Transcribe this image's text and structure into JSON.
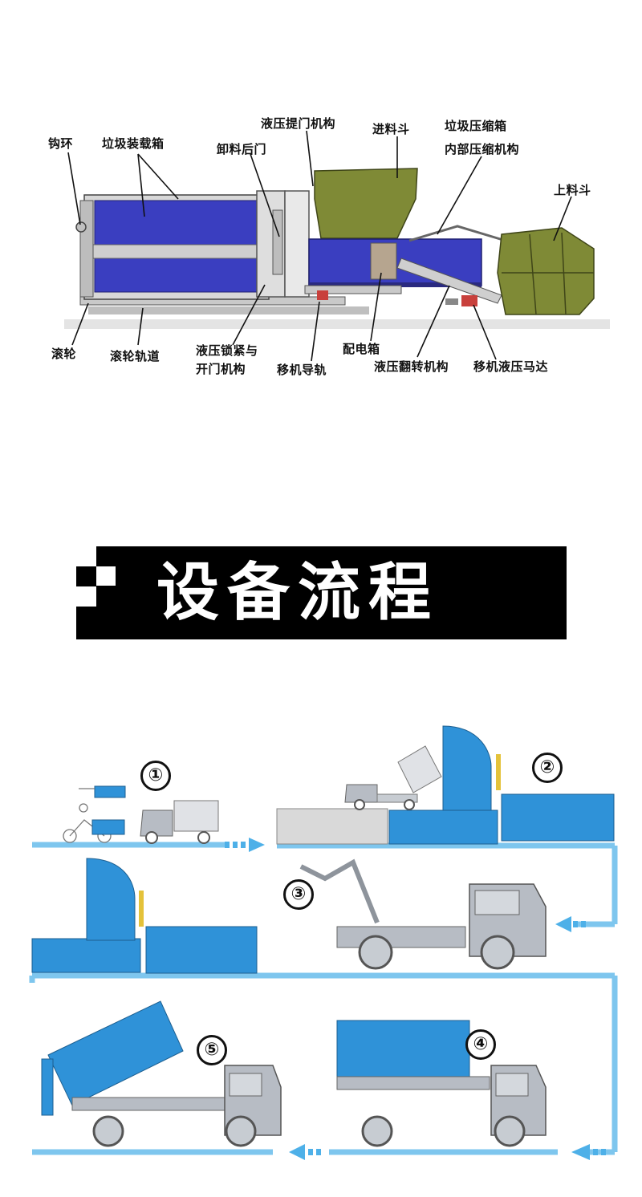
{
  "labels": {
    "hook_ring": "钩环",
    "container": "垃圾装载箱",
    "rear_door": "卸料后门",
    "hyd_lift_door": "液压提门机构",
    "feed_hopper": "进料斗",
    "compression_box": "垃圾压缩箱",
    "inner_compression": "内部压缩机构",
    "loading_hopper": "上料斗",
    "roller": "滚轮",
    "roller_track": "滚轮轨道",
    "hyd_lock_line1": "液压锁紧与",
    "hyd_lock_line2": "开门机构",
    "move_rail": "移机导轨",
    "elec_box": "配电箱",
    "hyd_flip": "液压翻转机构",
    "move_motor": "移机液压马达"
  },
  "banner": {
    "title": "设备流程"
  },
  "steps": [
    "①",
    "②",
    "③",
    "④",
    "⑤"
  ],
  "colors": {
    "container_blue": "#3a3ec0",
    "hopper_olive": "#7f8a36",
    "flow_blue": "#2f92d8",
    "flow_line": "#7ec6ee",
    "truck_gray": "#b7bcc4"
  }
}
